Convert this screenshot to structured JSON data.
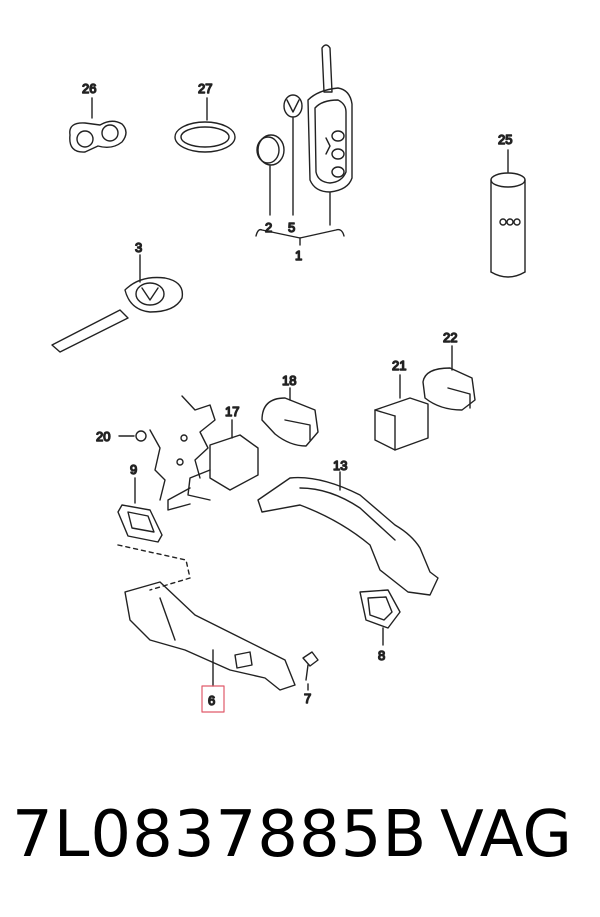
{
  "diagram": {
    "labels": {
      "n1": "1",
      "n2": "2",
      "n3": "3",
      "n5": "5",
      "n6": "6",
      "n7": "7",
      "n8": "8",
      "n9": "9",
      "n13": "13",
      "n17": "17",
      "n18": "18",
      "n20": "20",
      "n21": "21",
      "n22": "22",
      "n25": "25",
      "n26": "26",
      "n27": "27"
    },
    "highlight_color": "#e05a6a",
    "line_color": "#222222"
  },
  "footer": {
    "part_number": "7L0837885B",
    "brand": "VAG"
  }
}
